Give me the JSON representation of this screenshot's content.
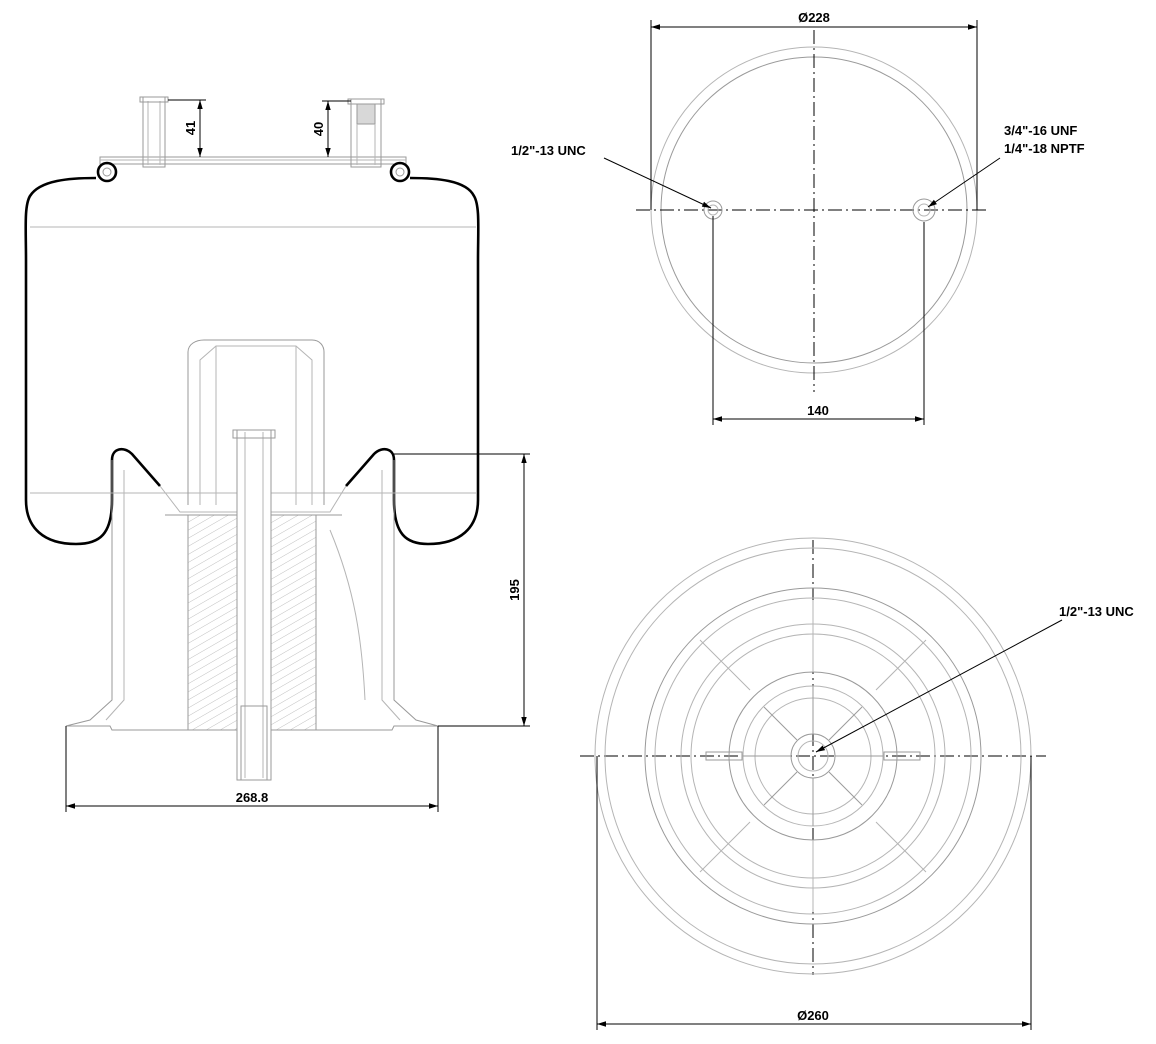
{
  "side_view": {
    "dim_top_left": "41",
    "dim_top_right": "40",
    "dim_height": "195",
    "dim_width": "268.8"
  },
  "top_view": {
    "dim_diameter": "Ø228",
    "dim_spacing": "140",
    "thread_left": "1/2\"-13 UNC",
    "thread_right_1": "3/4\"-16 UNF",
    "thread_right_2": "1/4\"-18 NPTF"
  },
  "bottom_view": {
    "dim_diameter": "Ø260",
    "thread_center": "1/2\"-13 UNC"
  }
}
